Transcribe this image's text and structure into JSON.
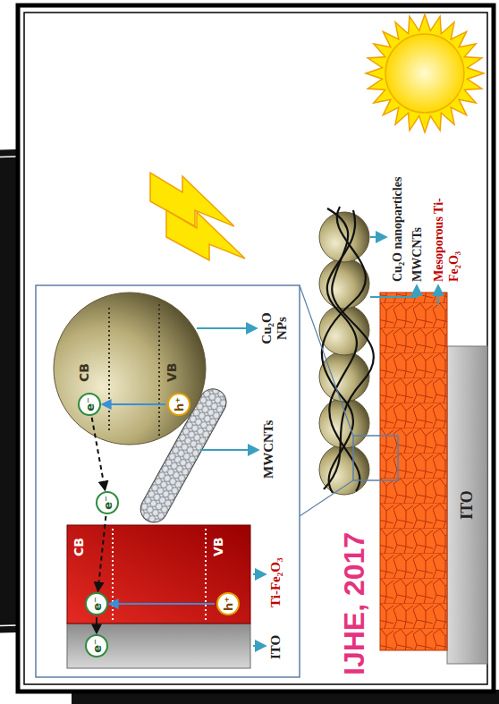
{
  "diagram": {
    "nodes": [
      {
        "text": [
          "e⁻"
        ]
      },
      {
        "text": [
          "CB",
          "VB"
        ]
      },
      {
        "text": [
          "e⁻"
        ],
        "in": 1
      },
      {
        "text": [
          "h⁺"
        ],
        "in": 1
      },
      {
        "text": [
          "e⁻"
        ]
      },
      {
        "text": [
          "CB",
          "VB"
        ]
      },
      {
        "text": [
          "e⁻"
        ],
        "in": 5
      },
      {
        "text": [
          "h⁺"
        ],
        "in": 5
      },
      {
        "text": [
          "ITO"
        ]
      }
    ],
    "edges": [
      {
        "from": 3,
        "to": 2,
        "arrow": "to"
      },
      {
        "from": 7,
        "to": 6,
        "arrow": "to"
      },
      {
        "from": 6,
        "to": 4,
        "arrow": "to"
      },
      {
        "from": 4,
        "to": 2,
        "arrow": "to"
      },
      {
        "from": 2,
        "to": 0,
        "arrow": "to"
      }
    ],
    "labels": [
      "ITO",
      "Ti-Fe₂O₃",
      "MWCNTs",
      "Cu₂O NPs",
      "Cu₂O nanoparticles",
      "MWCNTs",
      "Mesoporous Ti-Fe₂O₃",
      "IJHE, 2017"
    ]
  }
}
